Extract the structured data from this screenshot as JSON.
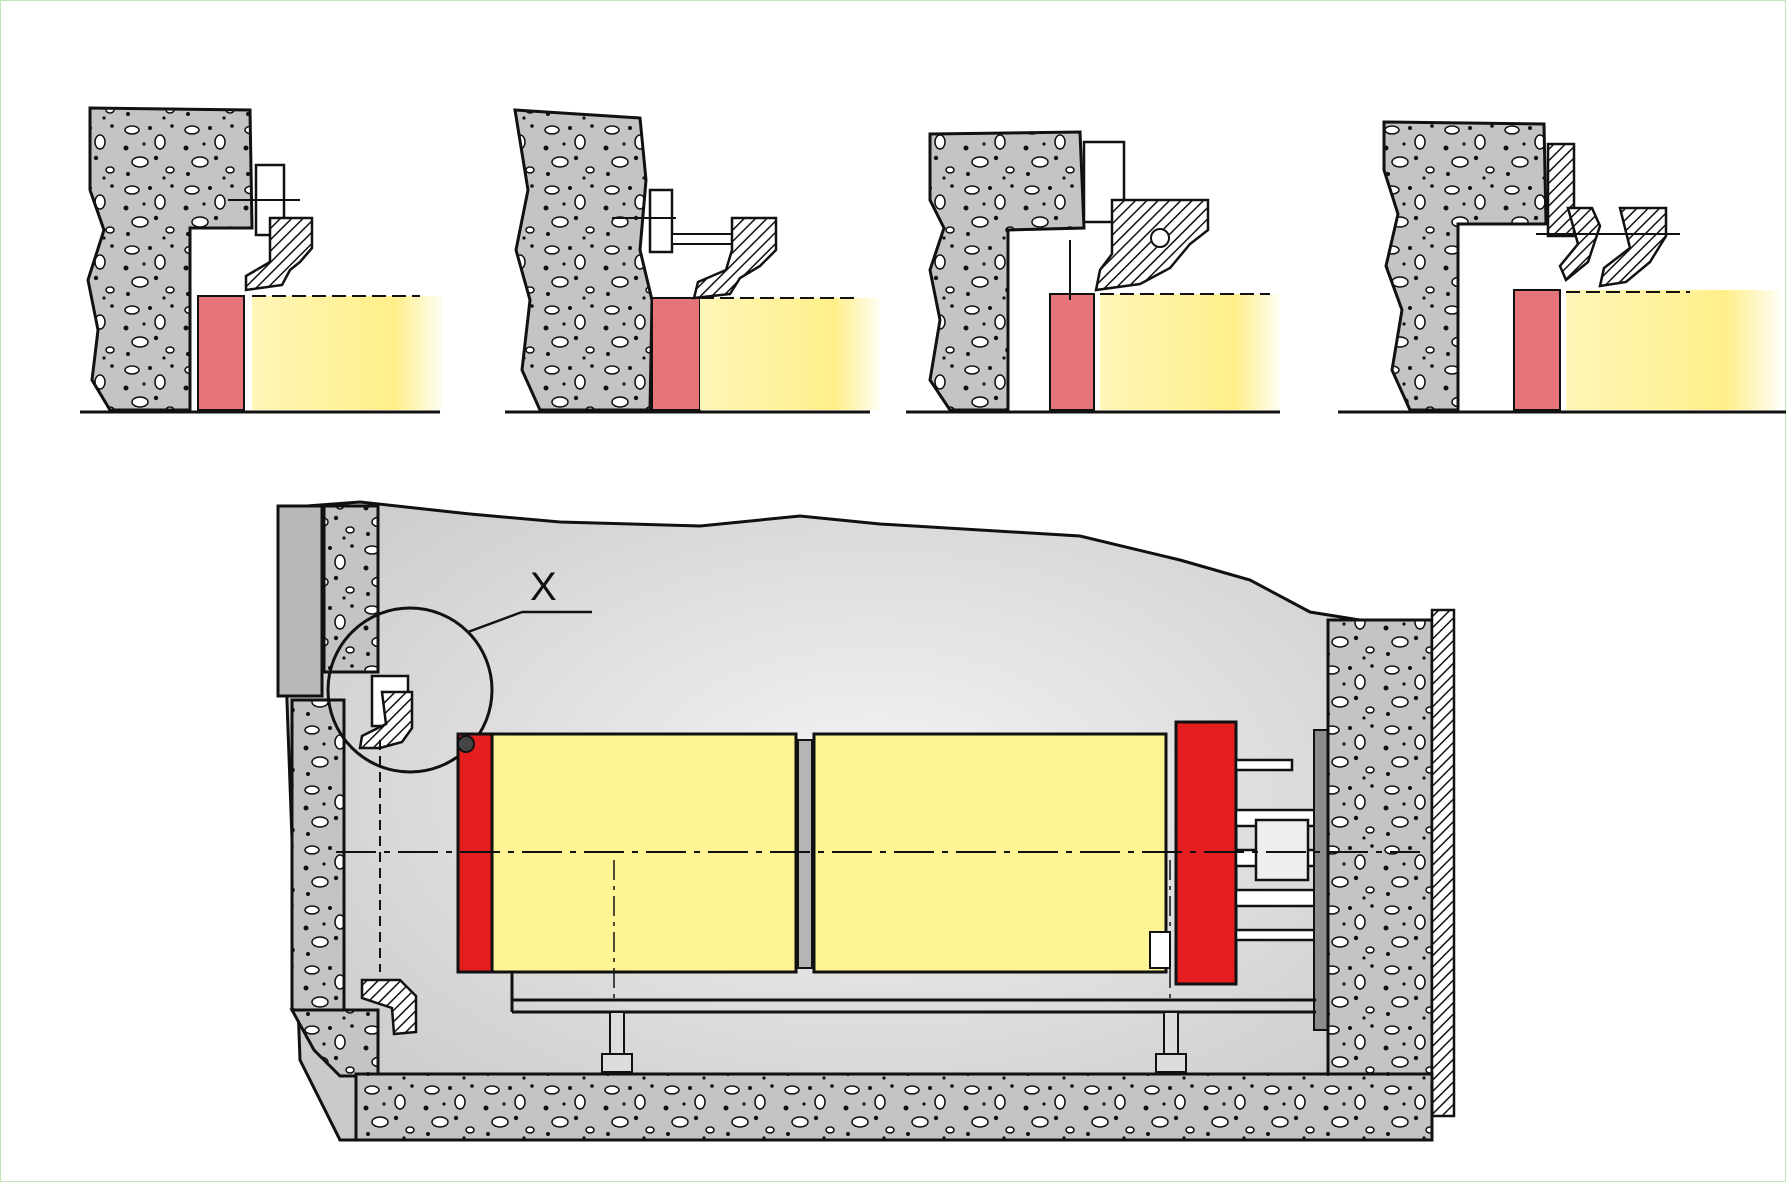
{
  "callout": {
    "label": "X"
  },
  "details": [
    {
      "id": "detail-1"
    },
    {
      "id": "detail-2"
    },
    {
      "id": "detail-3"
    },
    {
      "id": "detail-4"
    }
  ],
  "colors": {
    "concrete": "#c8c8c8",
    "pipe": "#fff29a",
    "shield": "#e6757a",
    "jack_frame": "#e41e1e",
    "shaft_fill": "#dcdcdc",
    "outline": "#1a1a1a"
  }
}
